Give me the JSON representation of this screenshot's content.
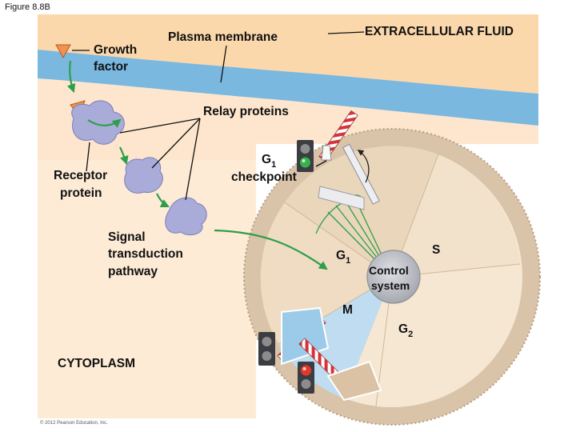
{
  "figure_label": "Figure 8.8B",
  "labels": {
    "extracellular_fluid": "EXTRACELLULAR FLUID",
    "plasma_membrane": "Plasma membrane",
    "growth_factor_1": "Growth",
    "growth_factor_2": "factor",
    "relay_proteins": "Relay proteins",
    "receptor_protein_1": "Receptor",
    "receptor_protein_2": "protein",
    "g1_checkpoint_g": "G",
    "g1_checkpoint_sub": "1",
    "g1_checkpoint_word": "checkpoint",
    "signal_1": "Signal",
    "signal_2": "transduction",
    "signal_3": "pathway",
    "cytoplasm": "CYTOPLASM",
    "phase_g1_g": "G",
    "phase_g1_sub": "1",
    "phase_s": "S",
    "phase_m": "M",
    "phase_g2_g": "G",
    "phase_g2_sub": "2",
    "control_1": "Control",
    "control_2": "system",
    "copyright": "© 2012 Pearson Education, Inc."
  },
  "colors": {
    "membrane": "#7ab8e0",
    "extracellular": "#fbd8ab",
    "cytoplasm": "#fdebd6",
    "protein": "#a9acd9",
    "growth_factor": "#f0924d",
    "arrow": "#2f9e4a",
    "light_green": "#35b24a",
    "light_red": "#e23a2a",
    "dial_rim": "#d9c3a9",
    "dial_inner": "#f6e7d2",
    "hub": "#bcbdc3"
  }
}
